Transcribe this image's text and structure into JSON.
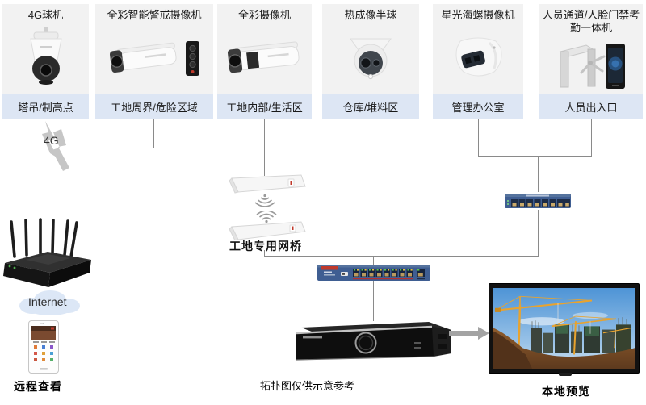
{
  "diagram": {
    "devices": [
      {
        "title": "4G球机",
        "location": "塔吊/制高点"
      },
      {
        "title": "全彩智能警戒摄像机",
        "location": "工地周界/危险区域"
      },
      {
        "title": "全彩摄像机",
        "location": "工地内部/生活区"
      },
      {
        "title": "热成像半球",
        "location": "仓库/堆料区"
      },
      {
        "title": "星光海螺摄像机",
        "location": "管理办公室"
      },
      {
        "title": "人员通道/人脸门禁考勤一体机",
        "location": "人员出入口"
      }
    ],
    "network": {
      "wireless_4g_label": "4G",
      "bridge_label": "工地专用网桥",
      "internet_label": "Internet"
    },
    "captions": {
      "remote_view": "远程查看",
      "disclaimer": "拓扑图仅供示意参考",
      "local_preview": "本地预览"
    },
    "icons": {
      "ptz_dome_camera": "dome-ptz-shape",
      "bullet_camera": "bullet-cylinder-shape",
      "thermal_turret_camera": "turret-dual-lens-shape",
      "turret_camera": "turret-shape",
      "turnstile": "tripod-gate-shape",
      "face_terminal": "tablet-shape",
      "lightning_4g": "bolt-shape",
      "wifi_signal": "arc-waves",
      "wireless_bridge": "white-slab-shape",
      "ethernet_switch": "blue-box-ports",
      "poe_switch": "blue-box-ports-red-strip",
      "router": "black-body-six-antennas",
      "internet_cloud": "cloud-shape",
      "smartphone": "phone-app-grid",
      "nvr": "black-recorder-ring",
      "monitor": "screen-construction-site",
      "flow_arrow": "right-arrow"
    },
    "colors": {
      "card_bg": "#f2f2f2",
      "location_strip_bg": "#dde6f4",
      "connector_line": "#8a8a8a",
      "switch_blue": "#3f5e92",
      "hikvision_red": "#c8102e",
      "cloud_fill": "#dce7f6",
      "arrow_gray": "#a3a3a3",
      "lightning_gray": "#c4c4c4"
    }
  }
}
